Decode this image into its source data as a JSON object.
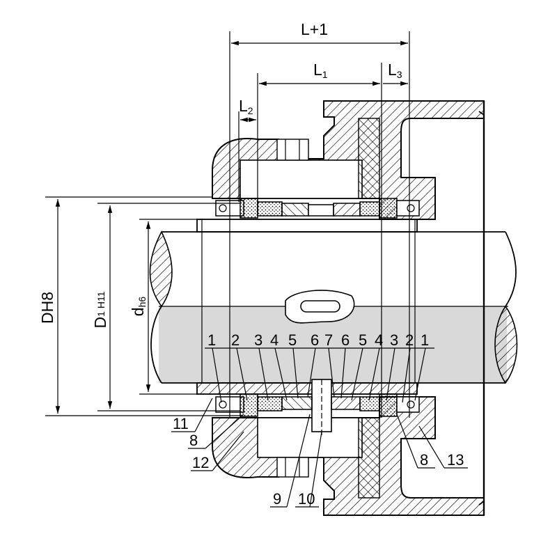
{
  "dimensions": {
    "overall_length": "L+1",
    "length_1": "L",
    "length_1_sub": "1",
    "length_2": "L",
    "length_2_sub": "2",
    "length_3": "L",
    "length_3_sub": "3",
    "housing_bore": "DH8",
    "seal_bore": "D",
    "seal_bore_sub": "1 H11",
    "shaft_diameter": "d",
    "shaft_diameter_sub": "h6"
  },
  "part_numbers": {
    "left_row": [
      "1",
      "2",
      "3",
      "4",
      "5",
      "6",
      "7"
    ],
    "right_row": [
      "6",
      "5",
      "4",
      "3",
      "2",
      "1"
    ],
    "lower": [
      "11",
      "8",
      "12",
      "9",
      "10",
      "8",
      "13"
    ]
  },
  "colors": {
    "line": "#000000",
    "shaft_shade": "#d9d9d9",
    "background": "#ffffff"
  }
}
